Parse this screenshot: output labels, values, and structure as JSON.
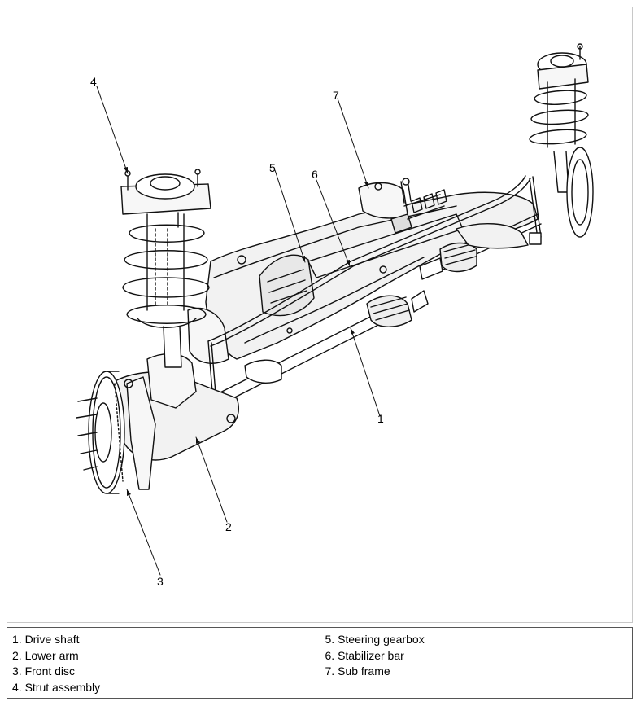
{
  "callouts": [
    {
      "number": "1",
      "name": "Drive shaft"
    },
    {
      "number": "2",
      "name": "Lower arm"
    },
    {
      "number": "3",
      "name": "Front disc"
    },
    {
      "number": "4",
      "name": "Strut assembly"
    },
    {
      "number": "5",
      "name": "Steering gearbox"
    },
    {
      "number": "6",
      "name": "Stabilizer bar"
    },
    {
      "number": "7",
      "name": "Sub frame"
    }
  ],
  "legend": {
    "left": [
      "1. Drive shaft",
      "2. Lower arm",
      "3. Front disc",
      "4. Strut assembly"
    ],
    "right": [
      "5. Steering gearbox",
      "6. Stabilizer bar",
      "7. Sub frame"
    ]
  }
}
